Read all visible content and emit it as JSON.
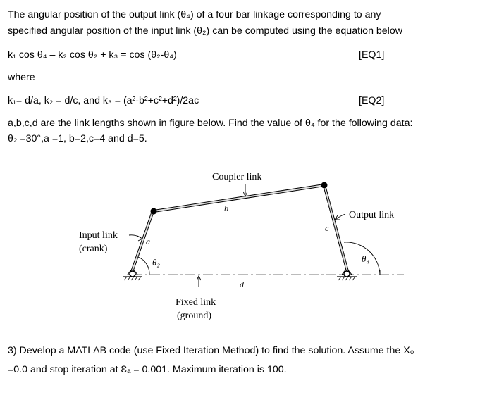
{
  "problem": {
    "intro_line1": "The angular position of the output link (θ₄) of a four bar linkage corresponding to any",
    "intro_line2": "specified angular position of the input link (θ₂) can be computed using the equation below",
    "eq1": "k₁ cos θ₄ – k₂ cos θ₂ + k₃ = cos (θ₂-θ₄)",
    "eq1_tag": "[EQ1]",
    "where": "where",
    "eq2": "k₁= d/a,  k₂ = d/c,  and k₃ = (a²-b²+c²+d²)/2ac",
    "eq2_tag": "[EQ2]",
    "data_line1": "a,b,c,d are the link lengths shown in figure below. Find the value of θ₄ for the following data:",
    "data_line2": "θ₂ =30°,a =1, b=2,c=4 and d=5.",
    "task_line1": "3) Develop a MATLAB code (use Fixed Iteration Method) to find the solution. Assume the X₀",
    "task_line2": "=0.0 and stop iteration at Ɛₐ = 0.001.  Maximum iteration is 100."
  },
  "figure": {
    "coupler_label": "Coupler link",
    "output_label": "Output link",
    "input_label_1": "Input link",
    "input_label_2": "(crank)",
    "fixed_label_1": "Fixed link",
    "fixed_label_2": "(ground)",
    "link_a": "a",
    "link_b": "b",
    "link_c": "c",
    "link_d": "d",
    "theta2": "θ₂",
    "theta4": "θ₄"
  }
}
